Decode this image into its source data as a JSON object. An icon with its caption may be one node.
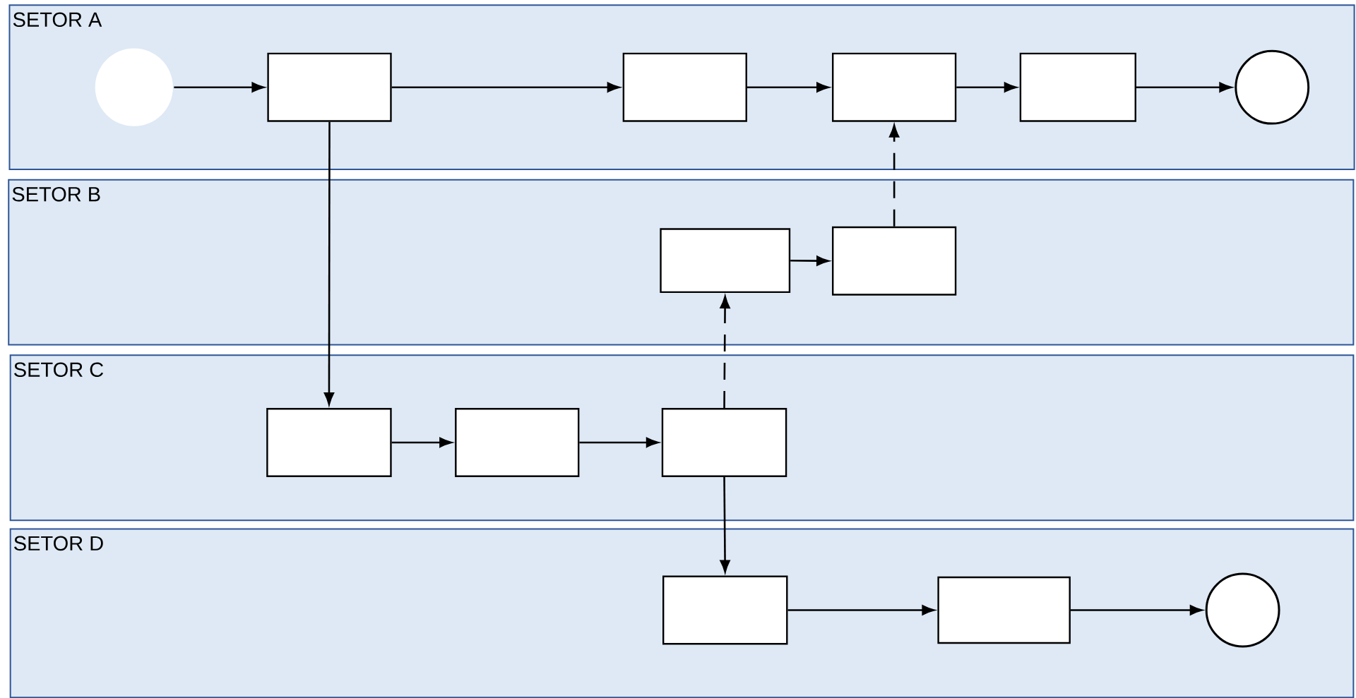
{
  "diagram": {
    "nodes": [
      {
        "text": [
          "SETOR A"
        ]
      },
      {
        "text": [],
        "shape": "circle",
        "in": 0
      },
      {
        "text": [],
        "shape": "box",
        "in": 0
      },
      {
        "text": [],
        "shape": "box",
        "in": 0
      },
      {
        "text": [],
        "shape": "box",
        "in": 0
      },
      {
        "text": [],
        "shape": "box",
        "in": 0
      },
      {
        "text": [],
        "shape": "circle",
        "in": 0
      },
      {
        "text": [
          "SETOR B"
        ]
      },
      {
        "text": [],
        "shape": "box",
        "in": 7
      },
      {
        "text": [],
        "shape": "box",
        "in": 7
      },
      {
        "text": [
          "SETOR C"
        ]
      },
      {
        "text": [],
        "shape": "box",
        "in": 10
      },
      {
        "text": [],
        "shape": "box",
        "in": 10
      },
      {
        "text": [],
        "shape": "box",
        "in": 10
      },
      {
        "text": [
          "SETOR D"
        ]
      },
      {
        "text": [],
        "shape": "box",
        "in": 14
      },
      {
        "text": [],
        "shape": "box",
        "in": 14
      },
      {
        "text": [],
        "shape": "circle",
        "in": 14
      }
    ],
    "edges": [
      {
        "from": 1,
        "to": 2,
        "arrow": "to"
      },
      {
        "from": 2,
        "to": 3,
        "arrow": "to"
      },
      {
        "from": 3,
        "to": 4,
        "arrow": "to"
      },
      {
        "from": 4,
        "to": 5,
        "arrow": "to"
      },
      {
        "from": 5,
        "to": 6,
        "arrow": "to"
      },
      {
        "from": 9,
        "to": 4,
        "arrow": "to",
        "style": "dashed"
      },
      {
        "from": 8,
        "to": 9,
        "arrow": "to"
      },
      {
        "from": 2,
        "to": 11,
        "arrow": "to"
      },
      {
        "from": 11,
        "to": 12,
        "arrow": "to"
      },
      {
        "from": 12,
        "to": 13,
        "arrow": "to"
      },
      {
        "from": 13,
        "to": 8,
        "arrow": "to",
        "style": "dashed"
      },
      {
        "from": 13,
        "to": 15,
        "arrow": "to"
      },
      {
        "from": 15,
        "to": 16,
        "arrow": "to"
      },
      {
        "from": 16,
        "to": 17,
        "arrow": "to"
      }
    ]
  }
}
